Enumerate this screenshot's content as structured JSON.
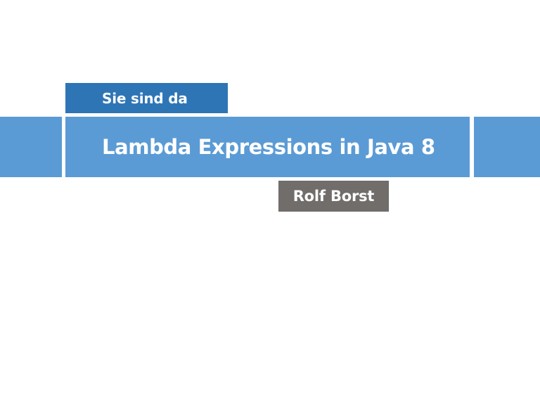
{
  "slide": {
    "section_label": "Sie sind da",
    "title": "Lambda Expressions in Java 8",
    "author": "Rolf Borst"
  },
  "colors": {
    "band_blue": "#5b9bd5",
    "section_blue": "#2e75b6",
    "author_gray": "#706d6b",
    "text": "#ffffff",
    "background": "#ffffff"
  }
}
